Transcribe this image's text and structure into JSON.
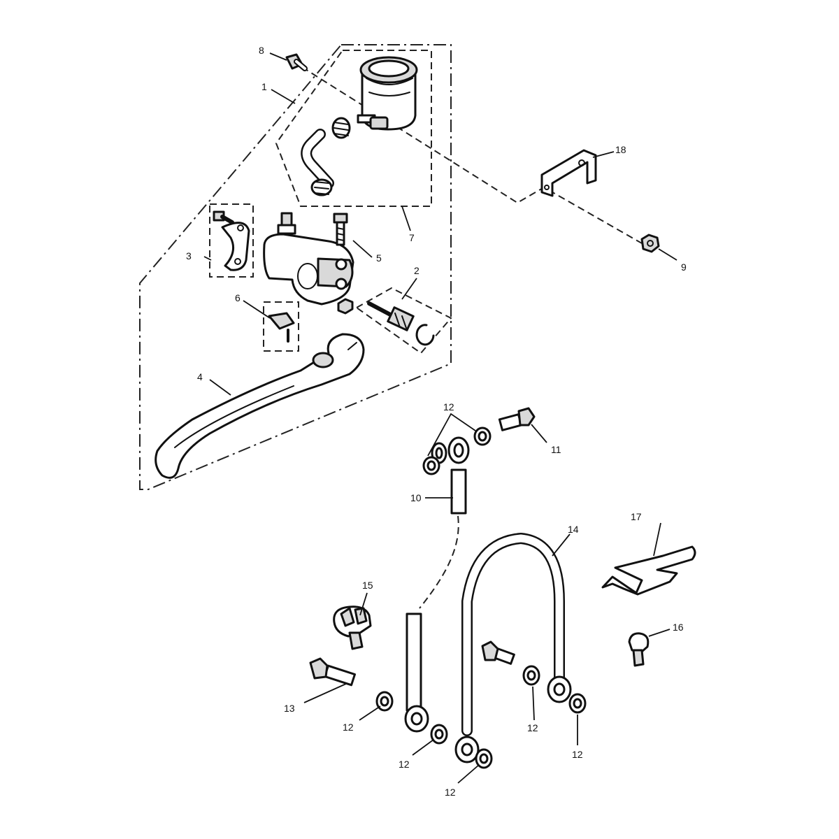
{
  "callouts": {
    "c1": "1",
    "c2": "2",
    "c3": "3",
    "c4": "4",
    "c5": "5",
    "c6": "6",
    "c7": "7",
    "c8": "8",
    "c9": "9",
    "c10": "10",
    "c11": "11",
    "c12a": "12",
    "c12b": "12",
    "c12c": "12",
    "c12d": "12",
    "c12e": "12",
    "c12f": "12",
    "c13": "13",
    "c14": "14",
    "c15": "15",
    "c16": "16",
    "c17": "17",
    "c18": "18"
  },
  "colors": {
    "line": "#111111",
    "part_fill": "#d9d9d9",
    "background": "#ffffff"
  }
}
